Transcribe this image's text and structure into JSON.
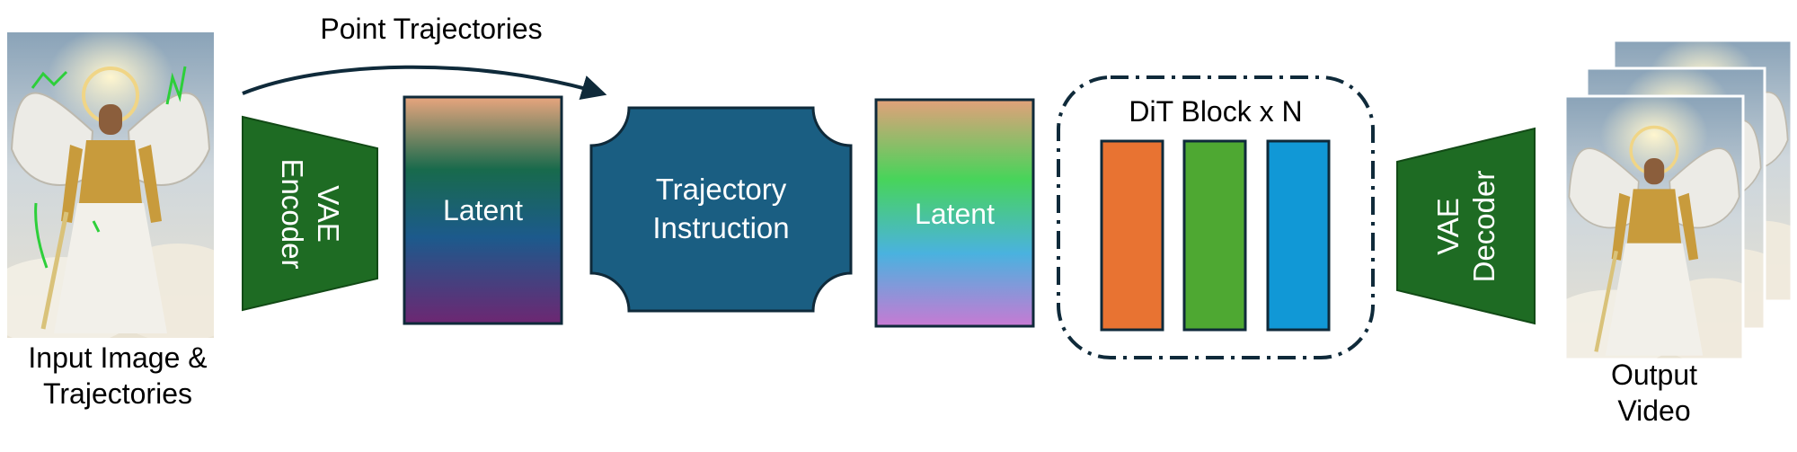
{
  "diagram": {
    "top_label": "Point Trajectories",
    "input": {
      "label_line1": "Input Image &",
      "label_line2": "Trajectories"
    },
    "encoder": {
      "line1": "VAE",
      "line2": "Encoder"
    },
    "latent_1": {
      "label": "Latent"
    },
    "trajectory_instruction": {
      "line1": "Trajectory",
      "line2": "Instruction"
    },
    "latent_2": {
      "label": "Latent"
    },
    "dit": {
      "label": "DiT Block x N"
    },
    "decoder": {
      "line1": "VAE",
      "line2": "Decoder"
    },
    "output": {
      "label_line1": "Output",
      "label_line2": "Video"
    }
  },
  "colors": {
    "vae_green": "#1e6b23",
    "instruction_blue": "#1a5e82",
    "dit_orange": "#e87332",
    "dit_green": "#4ea832",
    "dit_blue": "#1198d6",
    "stroke": "#0f2a3a"
  }
}
